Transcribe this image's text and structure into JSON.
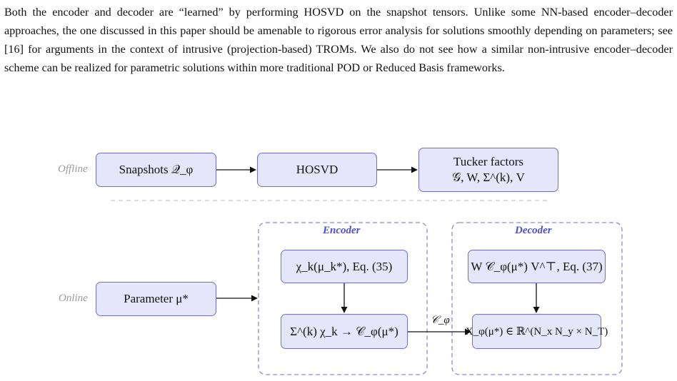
{
  "paragraph": "Both the encoder and decoder are “learned” by performing HOSVD on the snapshot tensors. Unlike some NN-based encoder–decoder approaches, the one discussed in this paper should be amenable to rigorous error analysis for solutions smoothly depending on parameters; see [16] for arguments in the context of intrusive (projection-based) TROMs. We also do not see how a similar non-intrusive encoder–decoder scheme can be realized for parametric solutions within more traditional POD or Reduced Basis frameworks.",
  "diagram": {
    "offline_label": "Offline",
    "online_label": "Online",
    "snapshots": "Snapshots 𝒬_φ",
    "hosvd": "HOSVD",
    "tucker_line1": "Tucker factors",
    "tucker_line2": "𝒢, W, Σ^(k), V",
    "parameter": "Parameter μ*",
    "encoder_title": "Encoder",
    "decoder_title": "Decoder",
    "enc_box1": "χ_k(μ_k*), Eq. (35)",
    "enc_box2": "Σ^(k) χ_k → 𝒞_φ(μ*)",
    "dec_box1": "W 𝒞_φ(μ*) V^⊤, Eq. (37)",
    "dec_box2": "X_φ(μ*) ∈ ℝ^(N_x N_y × N_T)",
    "edge_label": "𝒞_φ"
  },
  "colors": {
    "box_fill": "#e6e6fb",
    "box_border": "#6f6fd9",
    "group_border": "#8a8ae0",
    "group_title": "#4f4fd0",
    "side_label": "#9a9a9a",
    "separator": "#c8c8c8"
  }
}
